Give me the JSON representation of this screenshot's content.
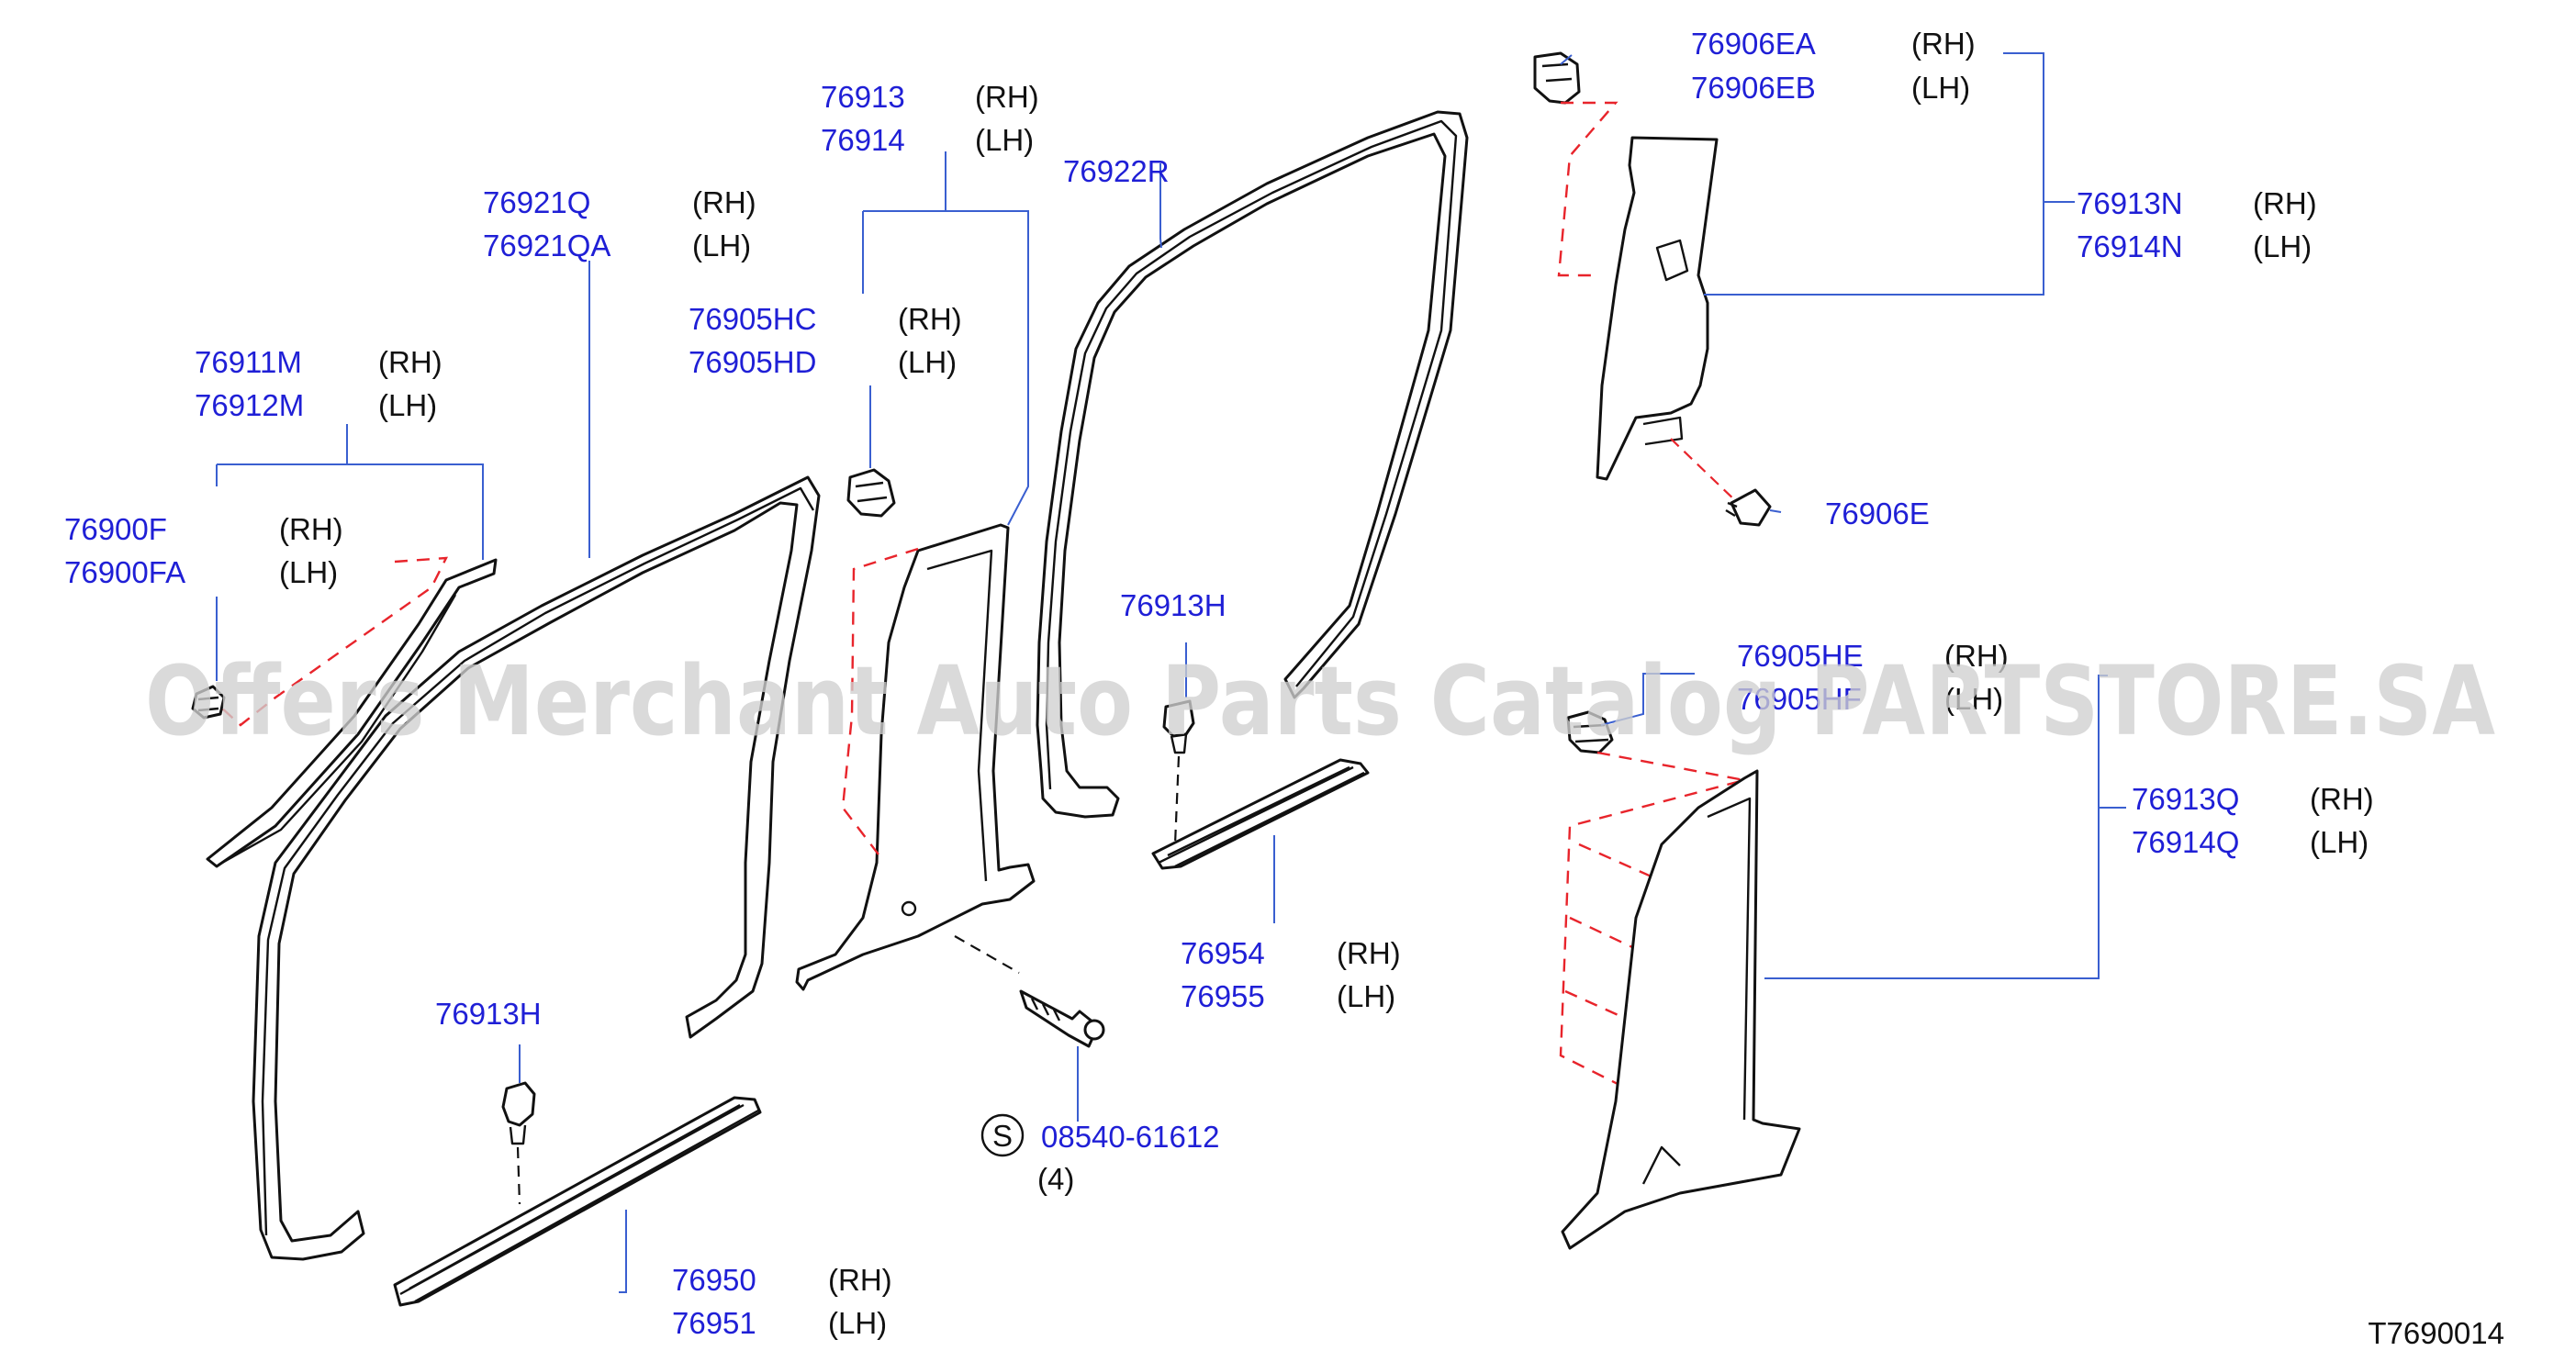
{
  "callouts": [
    {
      "part": "76906EA",
      "side": "(RH)"
    },
    {
      "part": "76906EB",
      "side": "(LH)"
    },
    {
      "part": "76913",
      "side": "(RH)"
    },
    {
      "part": "76914",
      "side": "(LH)"
    },
    {
      "part": "76922R",
      "side": ""
    },
    {
      "part": "76921Q",
      "side": "(RH)"
    },
    {
      "part": "76921QA",
      "side": "(LH)"
    },
    {
      "part": "76905HC",
      "side": "(RH)"
    },
    {
      "part": "76905HD",
      "side": "(LH)"
    },
    {
      "part": "76911M",
      "side": "(RH)"
    },
    {
      "part": "76912M",
      "side": "(LH)"
    },
    {
      "part": "76900F",
      "side": "(RH)"
    },
    {
      "part": "76900FA",
      "side": "(LH)"
    },
    {
      "part": "76913N",
      "side": "(RH)"
    },
    {
      "part": "76914N",
      "side": "(LH)"
    },
    {
      "part": "76906E",
      "side": ""
    },
    {
      "part": "76913H",
      "side": ""
    },
    {
      "part": "76905HE",
      "side": "(RH)"
    },
    {
      "part": "76905HF",
      "side": "(LH)"
    },
    {
      "part": "76913Q",
      "side": "(RH)"
    },
    {
      "part": "76914Q",
      "side": "(LH)"
    },
    {
      "part": "76954",
      "side": "(RH)"
    },
    {
      "part": "76955",
      "side": "(LH)"
    },
    {
      "part": "76913H",
      "side": ""
    },
    {
      "part": "76950",
      "side": "(RH)"
    },
    {
      "part": "76951",
      "side": "(LH)"
    }
  ],
  "screw": {
    "symbol": "S",
    "part": "08540-61612",
    "qty": "(4)"
  },
  "diagram_code": "T7690014",
  "watermark": "Offers Merchant Auto Parts Catalog PARTSTORE.SA",
  "colors": {
    "part_number": "#1f1fd6",
    "leader": "#3a5fd0",
    "assembly_guide": "#e8242b",
    "watermark": "#cfcfcf"
  }
}
